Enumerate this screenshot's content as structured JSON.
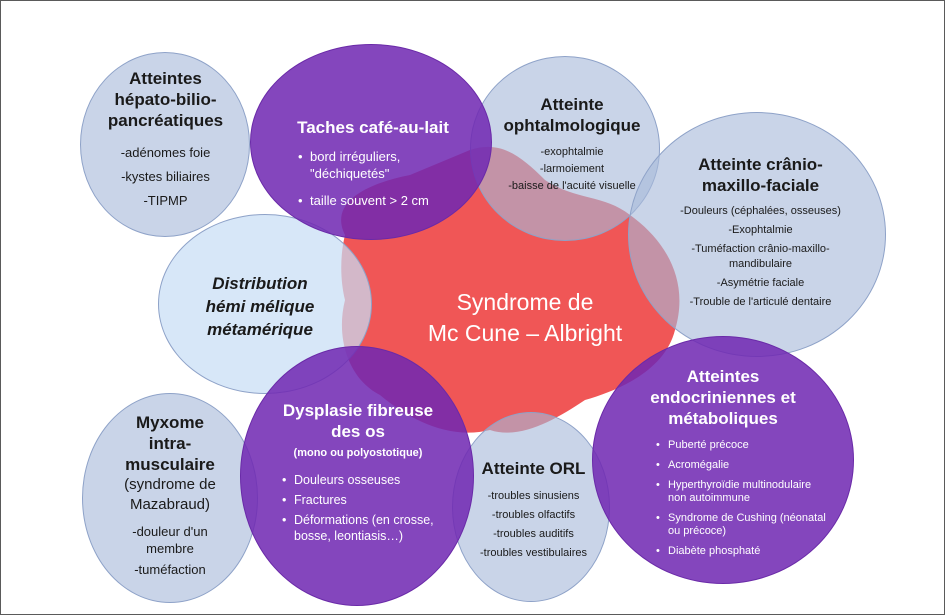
{
  "center": {
    "line1": "Syndrome de",
    "line2": "Mc Cune – Albright"
  },
  "hepato": {
    "title": [
      "Atteintes",
      "hépato-bilio-",
      "pancréatiques"
    ],
    "items": [
      "-adénomes foie",
      "-kystes biliaires",
      "-TIPMP"
    ]
  },
  "taches": {
    "title": "Taches café-au-lait",
    "items": [
      "bord irréguliers, \"déchiquetés\"",
      "taille souvent > 2 cm"
    ]
  },
  "ophtalmo": {
    "title": [
      "Atteinte",
      "ophtalmologique"
    ],
    "items": [
      "-exophtalmie",
      "-larmoiement",
      "-baisse de l'acuité visuelle"
    ]
  },
  "cranio": {
    "title": [
      "Atteinte crânio-",
      "maxillo-faciale"
    ],
    "items": [
      "-Douleurs (céphalées, osseuses)",
      "-Exophtalmie",
      "-Tuméfaction crânio-maxillo-mandibulaire",
      "-Asymétrie faciale",
      "-Trouble de l'articulé dentaire"
    ]
  },
  "distribution": {
    "lines": [
      "Distribution",
      "hémi mélique",
      "métamérique"
    ]
  },
  "endocrine": {
    "title": [
      "Atteintes",
      "endocriniennes et",
      "métaboliques"
    ],
    "items": [
      "Puberté précoce",
      "Acromégalie",
      "Hyperthyroïdie multinodulaire non autoimmune",
      "Syndrome de Cushing (néonatal ou précoce)",
      "Diabète phosphaté"
    ]
  },
  "dysplasie": {
    "title": [
      "Dysplasie fibreuse",
      "des os"
    ],
    "subtitle": "(mono ou polyostotique)",
    "items": [
      "Douleurs osseuses",
      "Fractures",
      "Déformations (en crosse, bosse, leontiasis…)"
    ]
  },
  "myxome": {
    "title": [
      "Myxome",
      "intra-",
      "musculaire"
    ],
    "subtitle": [
      "(syndrome de",
      "Mazabraud)"
    ],
    "items": [
      "-douleur d'un membre",
      "-tuméfaction"
    ]
  },
  "orl": {
    "title": "Atteinte ORL",
    "items": [
      "-troubles sinusiens",
      "-troubles olfactifs",
      "-troubles auditifs",
      "-troubles vestibulaires"
    ]
  },
  "colors": {
    "center": "#f05a5a",
    "purple": "#7028b2",
    "light": "#a8badb"
  }
}
